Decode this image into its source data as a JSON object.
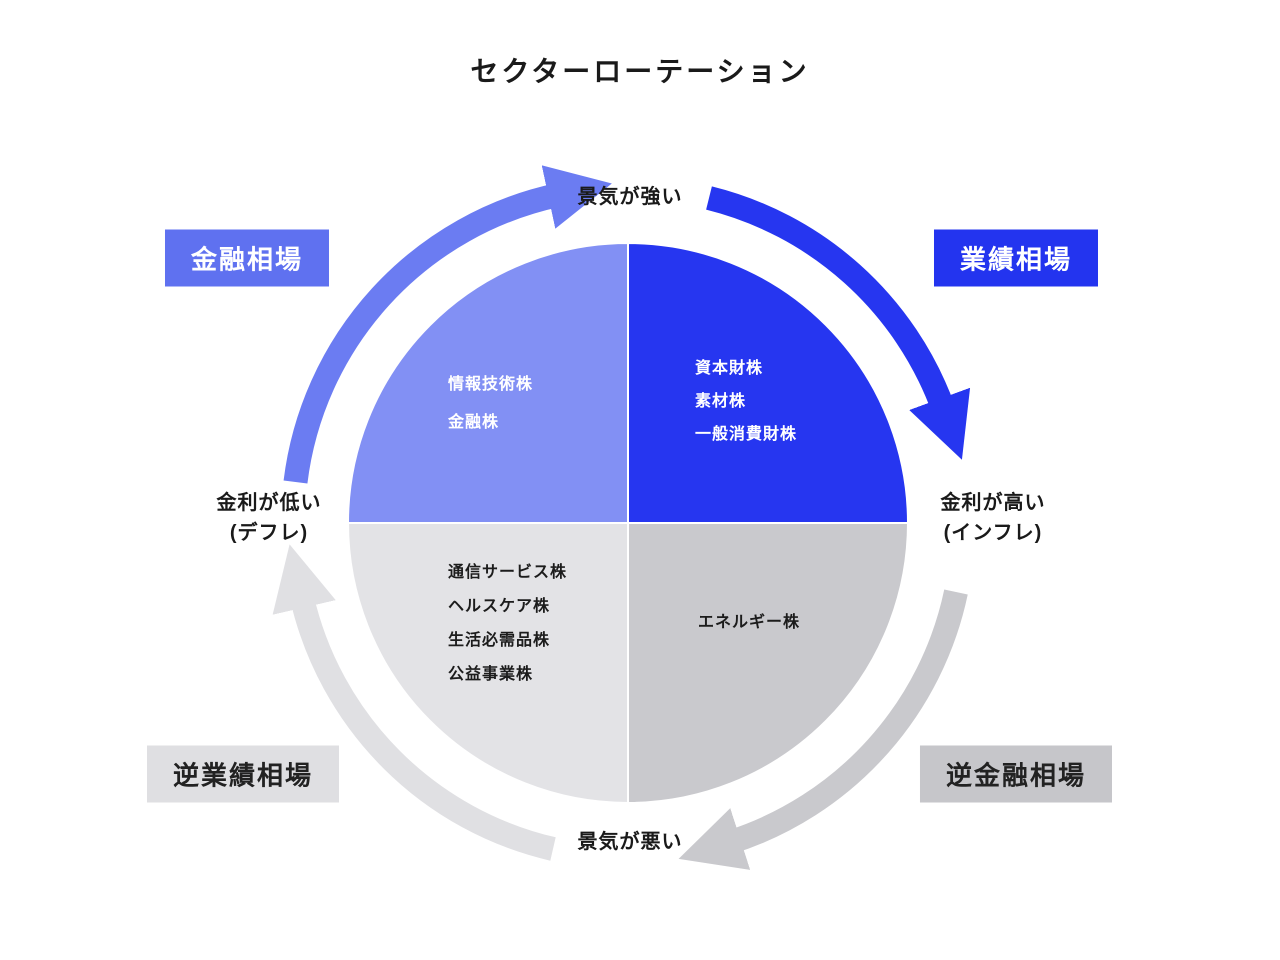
{
  "title": "セクターローテーション",
  "axis_labels": {
    "top": "景気が強い",
    "bottom": "景気が悪い",
    "left_line1": "金利が低い",
    "left_line2": "(デフレ)",
    "right_line1": "金利が高い",
    "right_line2": "(インフレ)"
  },
  "badges": {
    "top_left": "金融相場",
    "top_right": "業績相場",
    "bottom_left": "逆業績相場",
    "bottom_right": "逆金融相場"
  },
  "quadrants": {
    "top_left": {
      "items": [
        "情報技術株",
        "金融株"
      ]
    },
    "top_right": {
      "items": [
        "資本財株",
        "素材株",
        "一般消費財株"
      ]
    },
    "bottom_left": {
      "items": [
        "通信サービス株",
        "ヘルスケア株",
        "生活必需品株",
        "公益事業株"
      ]
    },
    "bottom_right": {
      "items": [
        "エネルギー株"
      ]
    }
  },
  "colors": {
    "quad_top_left": "#8290f4",
    "quad_top_right": "#2636f0",
    "quad_bottom_left": "#e3e3e6",
    "quad_bottom_right": "#c9c9cd",
    "arrow_top_left": "#6b7cf2",
    "arrow_top_right": "#2636f0",
    "arrow_bottom_right": "#c9c9cd",
    "arrow_bottom_left": "#e0e0e3",
    "badge_top_left_bg": "#5f71f0",
    "badge_top_right_bg": "#2334ef",
    "badge_bottom_left_bg": "#dfdfe2",
    "badge_bottom_right_bg": "#c6c6ca"
  }
}
